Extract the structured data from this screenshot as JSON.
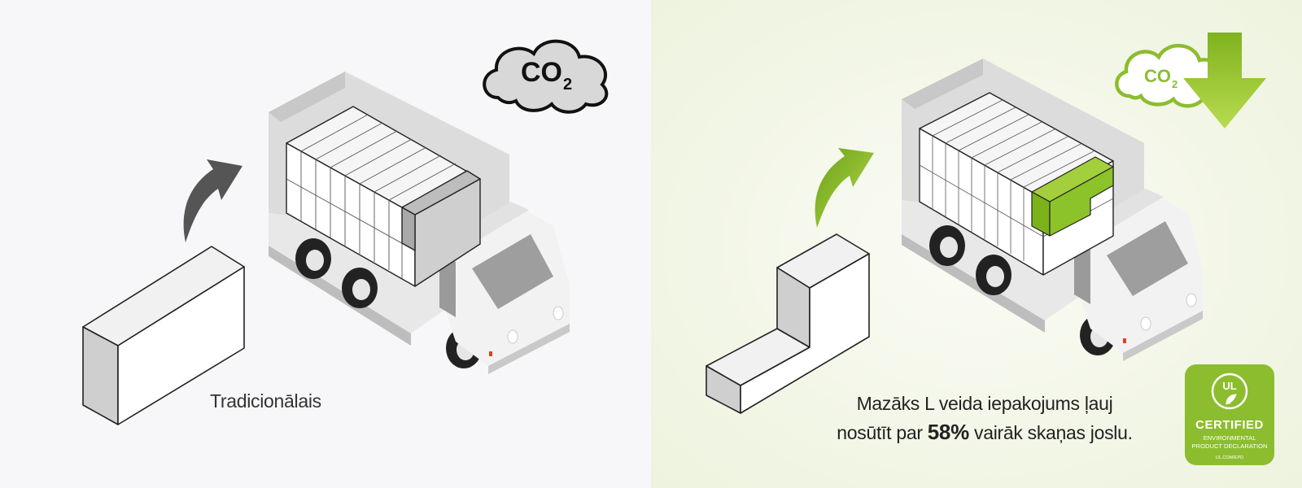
{
  "left_panel": {
    "caption": "Tradicionālais",
    "cloud_label": "CO",
    "cloud_sub": "2"
  },
  "right_panel": {
    "caption_line1": "Mazāks L veida iepakojums ļauj",
    "caption_line2_pre": "nosūtīt par ",
    "caption_percent": "58%",
    "caption_line2_post": " vairāk skaņas joslu.",
    "cloud_label": "CO",
    "cloud_sub": "2"
  },
  "badge": {
    "logo_text": "UL",
    "certified": "CERTIFIED",
    "line1": "ENVIRONMENTAL",
    "line2": "PRODUCT DECLARATION",
    "url": "UL.COM/EPD"
  },
  "colors": {
    "accent_green": "#8cbd2e",
    "arrow_dark": "#555555",
    "ink": "#222222"
  }
}
